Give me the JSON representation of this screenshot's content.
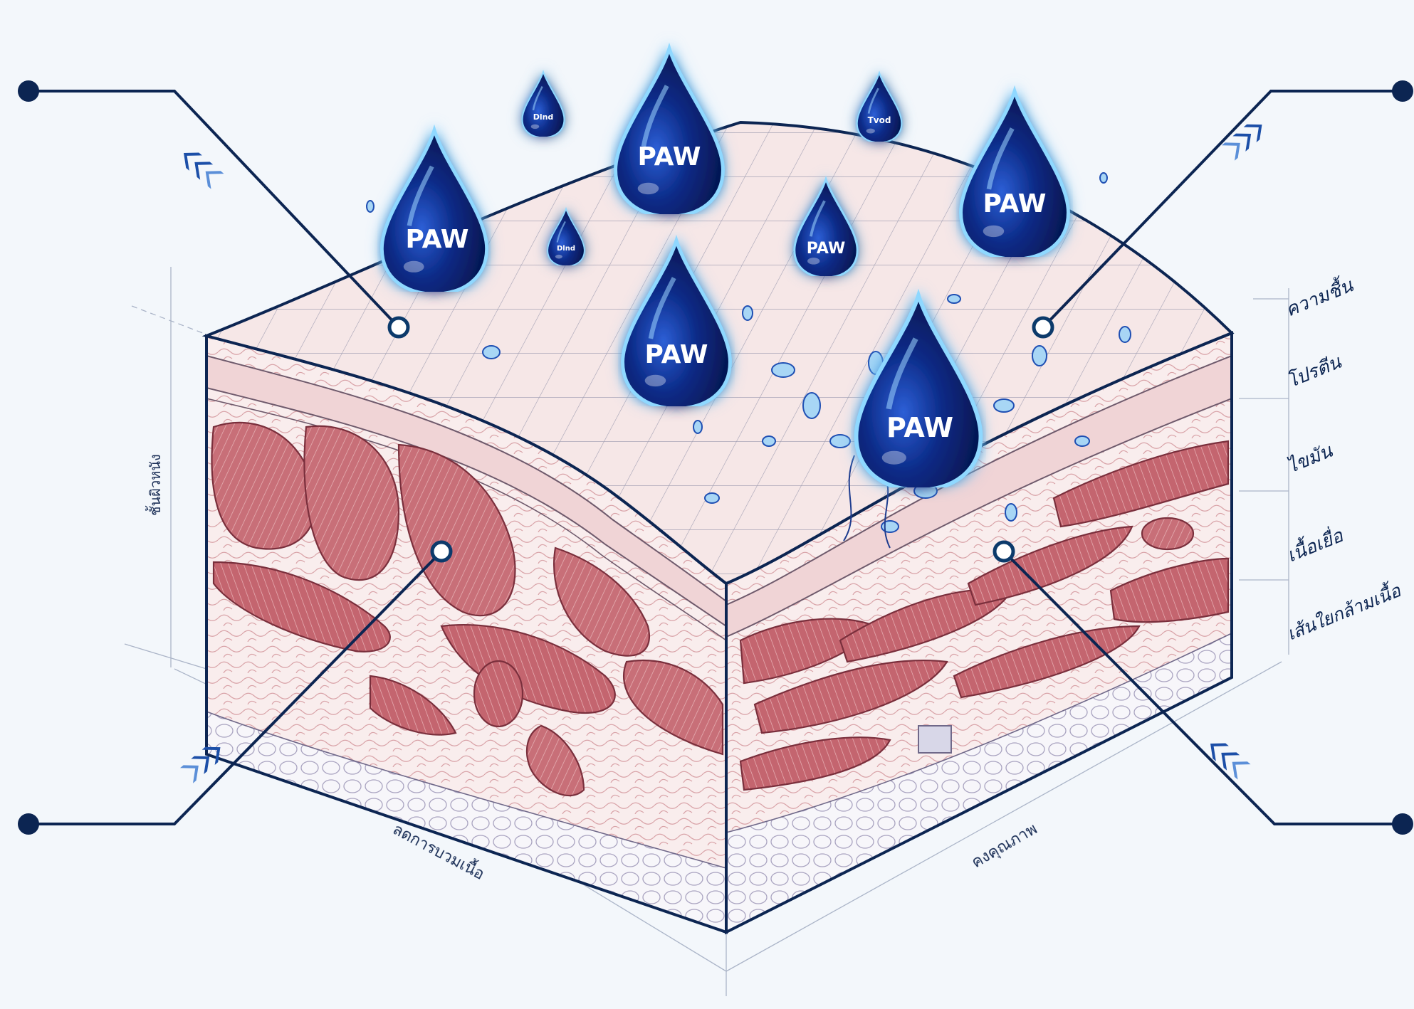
{
  "drops": {
    "main_label": "PAW",
    "small_label_1": "Dlnd",
    "small_label_2": "Dlnd",
    "small_label_3": "Tvod"
  },
  "layer_labels": [
    "ความชื้น",
    "โปรตีน",
    "ไขมัน",
    "เนื้อเยื่อ",
    "เส้นใยกล้ามเนื้อ"
  ],
  "axis_labels": {
    "left_front": "ลดการบวมเนื้อ",
    "right_front": "คงคุณภาพ",
    "vertical": "ชั้นผิวหนัง"
  },
  "colors": {
    "background": "#f3f7fb",
    "outline": "#0c2552",
    "muscle": "#c96e78",
    "muscle_light": "#e3a6aa",
    "tissue": "#f6e6e6",
    "drop_dark": "#061a5a",
    "glow": "#2aa7ff"
  }
}
